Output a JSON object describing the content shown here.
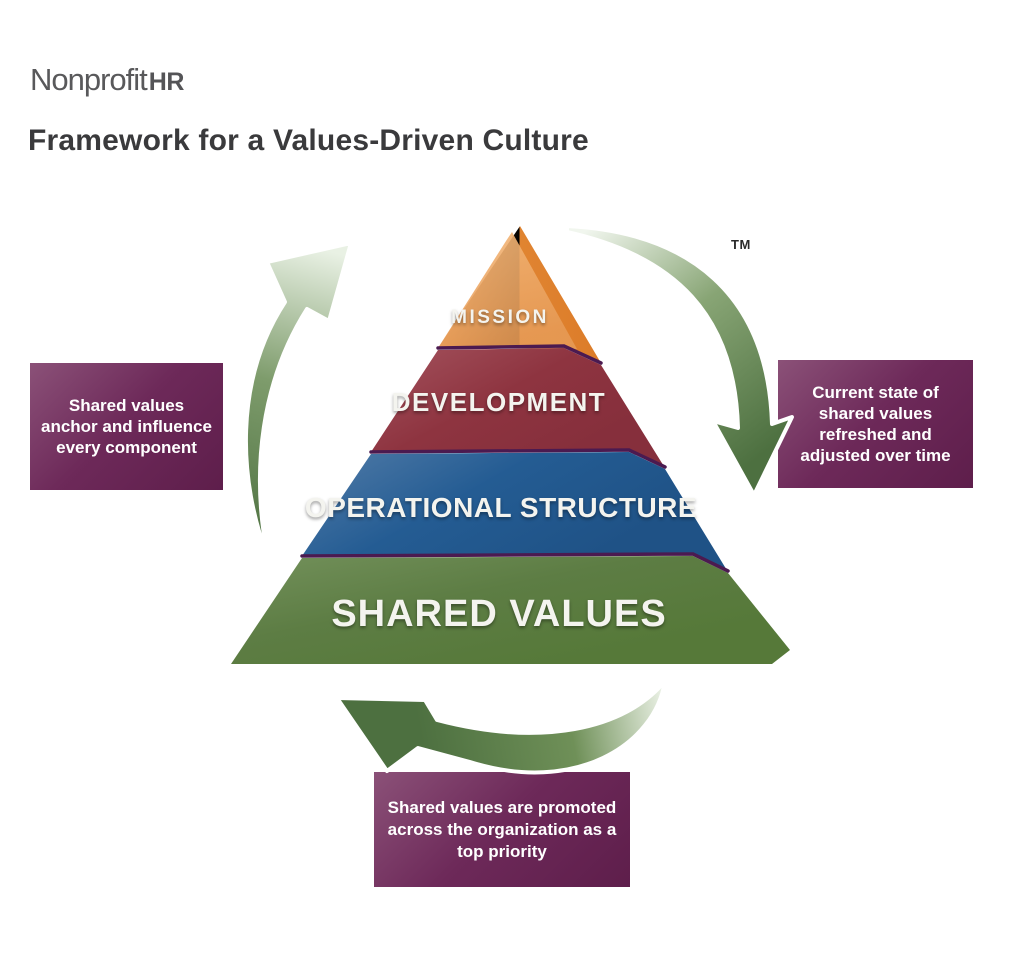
{
  "logo": {
    "light": "Nonprofit",
    "bold": "HR"
  },
  "title": "Framework for a Values-Driven Culture",
  "trademark": "TM",
  "pyramid": {
    "layers": [
      {
        "label": "MISSION",
        "color": "#dd7f2c",
        "color_light": "#eda566"
      },
      {
        "label": "DEVELOPMENT",
        "color": "#8e3440",
        "color_light": "#a4535e"
      },
      {
        "label": "OPERATIONAL STRUCTURE",
        "color": "#245c93",
        "color_light": "#527ca8"
      },
      {
        "label": "SHARED VALUES",
        "color": "#5d7d44",
        "color_light": "#73915b"
      }
    ],
    "separator_color": "#4b1a50"
  },
  "callouts": {
    "left": {
      "lines": [
        "Shared values",
        "anchor and influence",
        "every component"
      ]
    },
    "right": {
      "lines": [
        "Current state of",
        "shared values",
        "refreshed and",
        "adjusted over time"
      ]
    },
    "bottom": {
      "lines": [
        "Shared values are promoted",
        "across the organization as a",
        "top priority"
      ]
    }
  },
  "arrows": {
    "color_dark": "#4d7040",
    "color_light": "#eef4ea"
  },
  "colors": {
    "title_text": "#3a3a3c",
    "logo_text": "#59595b",
    "callout_gradient_start": "#8b5178",
    "callout_gradient_end": "#5e1e4b",
    "callout_text": "#ffffff",
    "background": "#ffffff"
  }
}
